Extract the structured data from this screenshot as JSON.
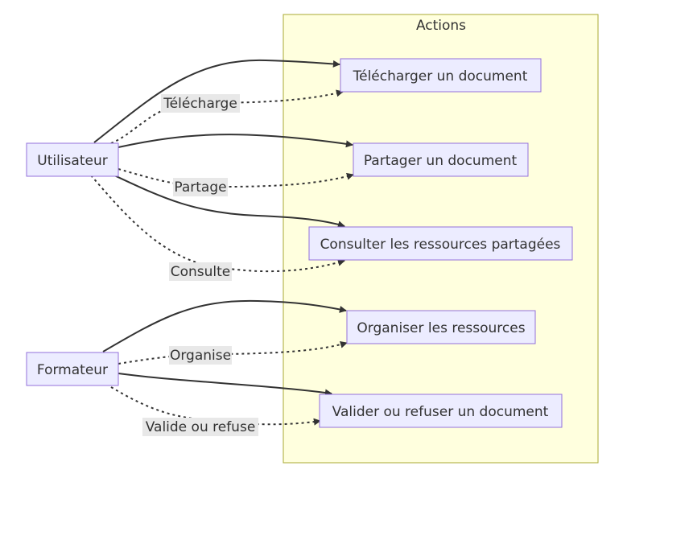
{
  "subgraph": {
    "title": "Actions"
  },
  "actors": {
    "user": "Utilisateur",
    "trainer": "Formateur"
  },
  "actions": {
    "download": "Télécharger un document",
    "share": "Partager un document",
    "consult": "Consulter les ressources partagées",
    "organize": "Organiser les ressources",
    "validate": "Valider ou refuser un document"
  },
  "edge_labels": {
    "download": "Télécharge",
    "share": "Partage",
    "consult": "Consulte",
    "organize": "Organise",
    "validate": "Valide ou refuse"
  },
  "colors": {
    "node_fill": "#ececff",
    "node_stroke": "#9370db",
    "subgraph_fill": "#ffffde",
    "subgraph_stroke": "#aaaa33",
    "edge": "#333333",
    "label_bg": "#e8e8e8"
  }
}
